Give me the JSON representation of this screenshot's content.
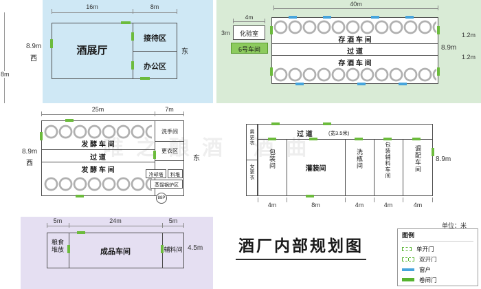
{
  "watermark": "唯之酿酒 酒曲",
  "title": "酒厂内部规划图",
  "exhibition": {
    "dim_top_left": "16m",
    "dim_top_right": "8m",
    "dim_height": "8.9m",
    "west": "西",
    "east": "东",
    "dim_far_left": "8m",
    "hall": "酒展厅",
    "reception": "接待区",
    "office": "办公区"
  },
  "storage": {
    "dim_width": "40m",
    "dim_lab_width": "4m",
    "dim_lab_height": "3m",
    "dim_height": "8.9m",
    "dim_gap_top": "1.2m",
    "dim_gap_bottom": "1.2m",
    "lab": "化验室",
    "workshop6": "6号车间",
    "store_top": "存 酒 车 间",
    "aisle": "过  道",
    "store_bottom": "存 酒 车 间"
  },
  "fermentation": {
    "dim_main": "25m",
    "dim_side": "7m",
    "dim_height": "8.9m",
    "west": "西",
    "east": "东",
    "ferment_top": "发 酵 车 间",
    "aisle": "过  道",
    "ferment_bottom": "发 酵 车 间",
    "washroom": "洗手间",
    "changing": "更衣区",
    "cooling": "冷却塔",
    "material": "料堆",
    "boiler": "蒸馏锅炉区",
    "pump": "88P"
  },
  "packaging": {
    "aisle": "过  道",
    "aisle_note": "(宽3.5米)",
    "men": "男更衣",
    "women": "女更衣",
    "rooms": [
      "包装间",
      "灌装间",
      "洗瓶间",
      "包装辅料车间",
      "调配车间"
    ],
    "dims": [
      "4m",
      "8m",
      "4m",
      "4m",
      "4m"
    ],
    "dim_height": "8.9m"
  },
  "finished": {
    "dim_left": "5m",
    "dim_mid": "24m",
    "dim_right": "5m",
    "dim_height": "4.5m",
    "grain": "粮食\n堆放",
    "product": "成品车间",
    "auxiliary": "辅料间"
  },
  "legend": {
    "header": "图例",
    "unit": "单位：米",
    "items": [
      {
        "label": "单开门"
      },
      {
        "label": "双开门"
      },
      {
        "label": "窗户"
      },
      {
        "label": "卷闸门"
      }
    ]
  }
}
